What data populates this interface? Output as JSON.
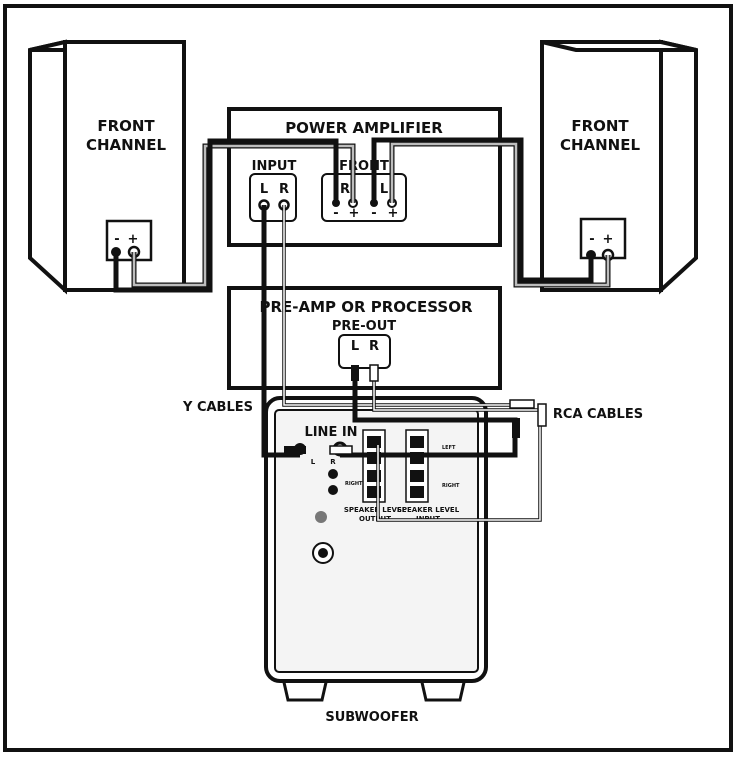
{
  "labels": {
    "front_channel_left": [
      "FRONT",
      "CHANNEL"
    ],
    "front_channel_right": [
      "FRONT",
      "CHANNEL"
    ],
    "power_amplifier": "POWER AMPLIFIER",
    "amp_input": "INPUT",
    "amp_input_l": "L",
    "amp_input_r": "R",
    "amp_front": "FRONT",
    "amp_front_r": "R",
    "amp_front_l": "L",
    "minus": "-",
    "plus": "+",
    "preamp": "PRE-AMP OR PROCESSOR",
    "preout": "PRE-OUT",
    "preout_l": "L",
    "preout_r": "R",
    "y_cables": "Y CABLES",
    "rca_cables": "RCA CABLES",
    "line_in": "LINE IN",
    "line_in_l": "L",
    "line_in_r": "R",
    "speaker_level_output": [
      "SPEAKER LEVEL",
      "OUTPUT"
    ],
    "speaker_level_input": [
      "SPEAKER LEVEL",
      "INPUT"
    ],
    "left_small": "LEFT",
    "right_small": "RIGHT",
    "subwoofer": "SUBWOOFER"
  },
  "colors": {
    "line": "#111111",
    "cable_gray": "#9a9a9a",
    "panel": "#f4f4f4"
  }
}
